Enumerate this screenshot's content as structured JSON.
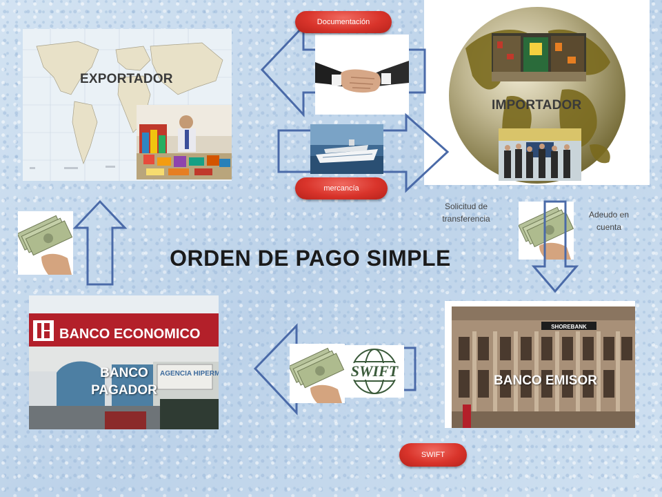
{
  "title": "ORDEN DE PAGO SIMPLE",
  "nodes": {
    "exportador": "EXPORTADOR",
    "importador": "IMPORTADOR",
    "banco_pagador": "BANCO PAGADOR",
    "banco_emisor": "BANCO EMISOR"
  },
  "pills": {
    "documentacion": "Documentación",
    "mercancia": "mercancía",
    "swift": "SWIFT"
  },
  "notes": {
    "solicitud": "Solicitud de transferencia",
    "adeudo": "Adeudo en cuenta"
  },
  "signs": {
    "banco_economico": "BANCO ECONOMICO",
    "agencia": "AGENCIA HIPERMAXI",
    "swift_logo": "SWIFT",
    "shore_bank": "SHOREBANK"
  },
  "colors": {
    "arrow_stroke": "#4a6aa8",
    "pill_red": "#d9342b",
    "globe_gold": "#8a7a2a",
    "bank_red": "#b3202a"
  }
}
